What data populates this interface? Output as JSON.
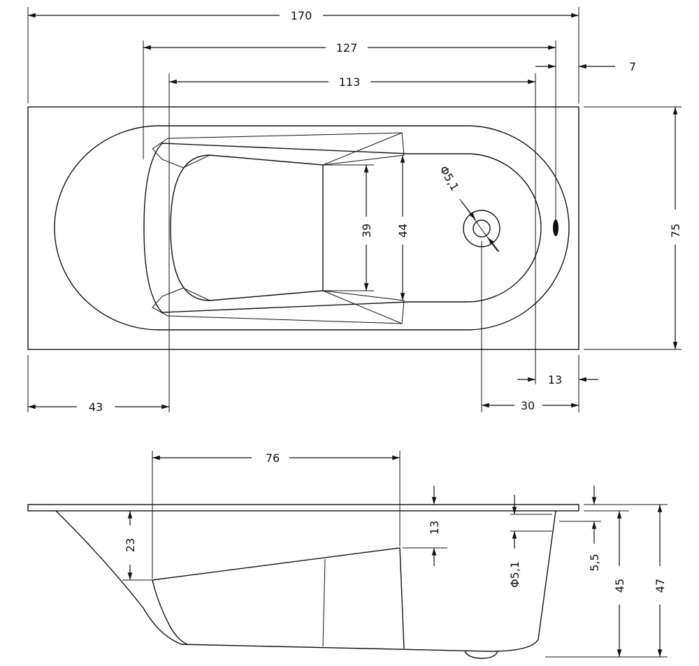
{
  "top_view": {
    "dims": {
      "total_length": "170",
      "inner_length": "127",
      "bottom_length": "113",
      "rim_offset": "7",
      "total_width": "75",
      "inner_width_39": "39",
      "inner_width_44": "44",
      "drain_diameter": "Φ5,1",
      "left_offset": "43",
      "right_offset_13": "13",
      "drain_offset": "30"
    }
  },
  "side_view": {
    "dims": {
      "bottom_run": "76",
      "depth_23": "23",
      "rim_13": "13",
      "overflow_diameter": "Φ5,1",
      "overflow_5_5": "5,5",
      "height_45": "45",
      "height_47": "47"
    }
  }
}
